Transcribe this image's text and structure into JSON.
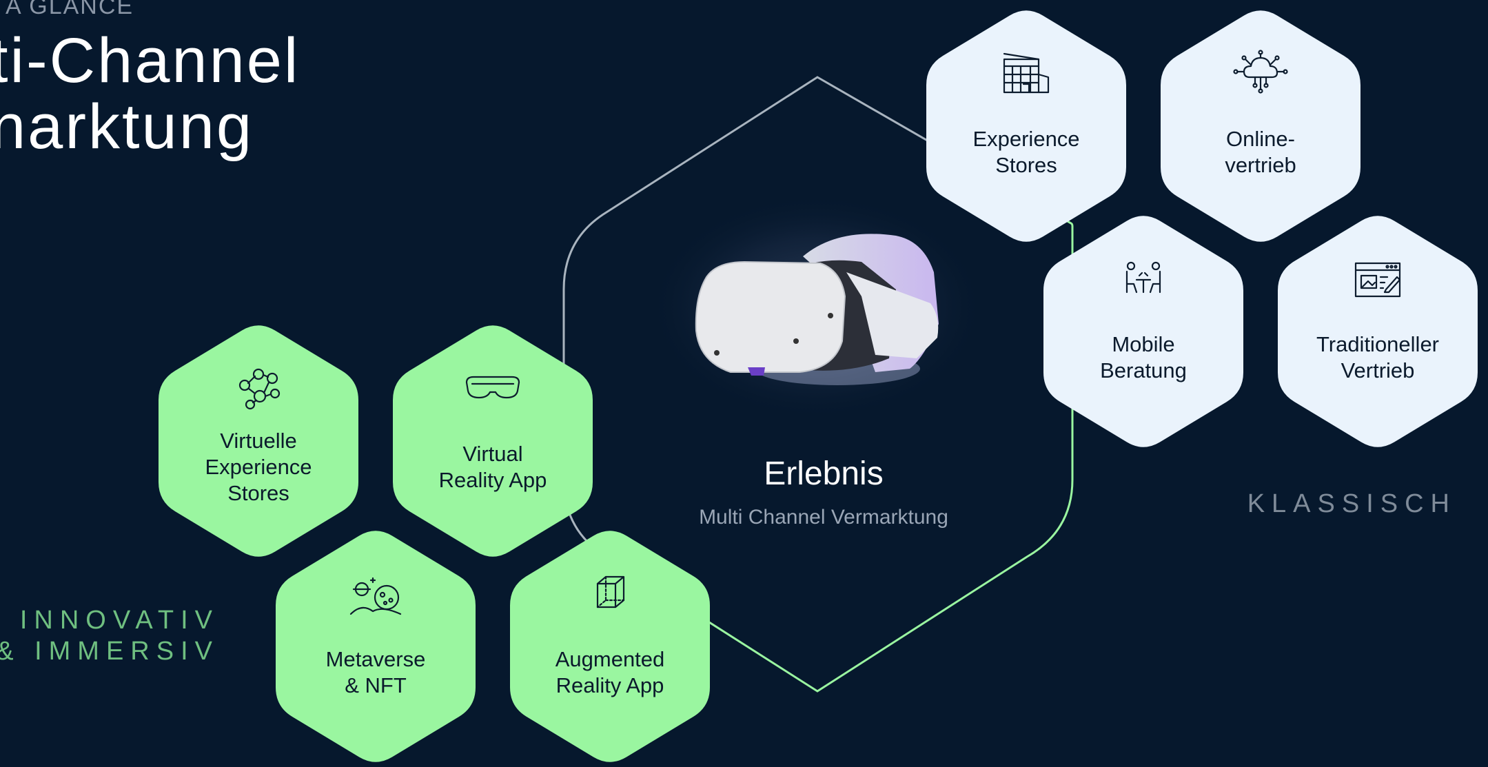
{
  "header": {
    "eyebrow": "A GLANCE",
    "title_line1": "ti-Channel",
    "title_line2": "narktung"
  },
  "center": {
    "title": "Erlebnis",
    "subtitle": "Multi Channel Vermarktung",
    "image": "vr-headset"
  },
  "groups": {
    "innovative": {
      "label_line1": "INNOVATIV",
      "label_line2": "& IMMERSIV",
      "color": "#9af6a0"
    },
    "classic": {
      "label": "KLASSISCH",
      "color": "#eaf3fc"
    }
  },
  "hexagons": [
    {
      "group": "innovative",
      "icon": "network-icon",
      "lines": [
        "Virtuelle",
        "Experience",
        "Stores"
      ]
    },
    {
      "group": "innovative",
      "icon": "vr-goggles-icon",
      "lines": [
        "Virtual",
        "Reality App"
      ]
    },
    {
      "group": "innovative",
      "icon": "planets-icon",
      "lines": [
        "Metaverse",
        "& NFT"
      ]
    },
    {
      "group": "innovative",
      "icon": "cube-icon",
      "lines": [
        "Augmented",
        "Reality App"
      ]
    },
    {
      "group": "classic",
      "icon": "store-building-icon",
      "lines": [
        "Experience",
        "Stores"
      ]
    },
    {
      "group": "classic",
      "icon": "cloud-network-icon",
      "lines": [
        "Online-",
        "vertrieb"
      ]
    },
    {
      "group": "classic",
      "icon": "consultation-icon",
      "lines": [
        "Mobile",
        "Beratung"
      ]
    },
    {
      "group": "classic",
      "icon": "browser-edit-icon",
      "lines": [
        "Traditioneller",
        "Vertrieb"
      ]
    }
  ],
  "colors": {
    "background": "#06182d",
    "innovative_fill": "#9af6a0",
    "classic_fill": "#eaf3fc",
    "outline_gray": "#a9b4bf",
    "outline_green": "#9af6a0",
    "label_green": "#6fbf80",
    "label_gray": "#7f8b99"
  }
}
